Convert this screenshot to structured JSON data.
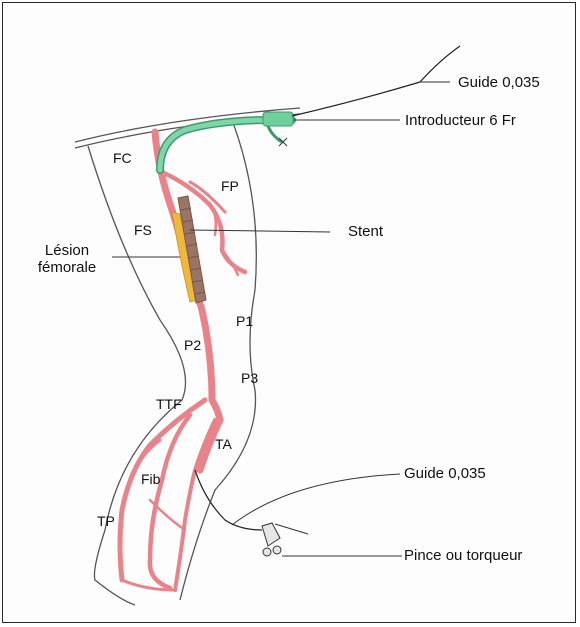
{
  "labels": {
    "guide_top": "Guide 0,035",
    "introducteur": "Introducteur 6 Fr",
    "stent": "Stent",
    "lesion_line1": "Lésion",
    "lesion_line2": "fémorale",
    "guide_bottom": "Guide 0,035",
    "pince": "Pince ou torqueur"
  },
  "anatomy": {
    "fc": "FC",
    "fp": "FP",
    "fs": "FS",
    "p1": "P1",
    "p2": "P2",
    "p3": "P3",
    "ttf": "TTF",
    "ta": "TA",
    "fib": "Fib",
    "tp": "TP"
  },
  "colors": {
    "artery": "#e8838a",
    "artery_stroke": "#c0404a",
    "sheath": "#5fbf8f",
    "stent": "#9a7566",
    "lesion": "#f0b83a",
    "leg_outline": "#555555",
    "wire": "#222222"
  }
}
